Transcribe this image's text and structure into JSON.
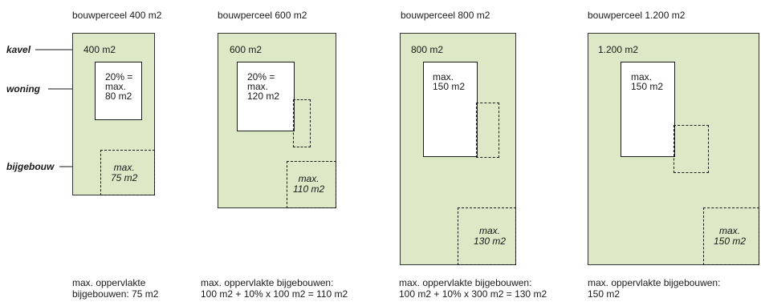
{
  "legend": {
    "kavel": "kavel",
    "woning": "woning",
    "bijgebouw": "bijgebouw"
  },
  "scenarios": [
    {
      "title": "bouwperceel 400 m2",
      "plot_area": "400 m2",
      "house_text": "20% =\nmax.\n80 m2",
      "annex_text": "max.\n75 m2",
      "caption": "max. oppervlakte\nbijgebouwen: 75 m2"
    },
    {
      "title": "bouwperceel 600 m2",
      "plot_area": "600 m2",
      "house_text": "20% =\nmax.\n120 m2",
      "annex_text": "max.\n110 m2",
      "caption": "max. oppervlakte bijgebouwen:\n100 m2 + 10% x 100 m2 = 110 m2"
    },
    {
      "title": "bouwperceel 800 m2",
      "plot_area": "800 m2",
      "house_text": "max.\n150 m2",
      "annex_text": "max.\n130 m2",
      "caption": "max. oppervlakte bijgebouwen:\n100 m2 + 10% x 300 m2 = 130 m2"
    },
    {
      "title": "bouwperceel 1.200 m2",
      "plot_area": "1.200 m2",
      "house_text": "max.\n150 m2",
      "annex_text": "max.\n150 m2",
      "caption": "max. oppervlakte bijgebouwen:\n150 m2"
    }
  ]
}
